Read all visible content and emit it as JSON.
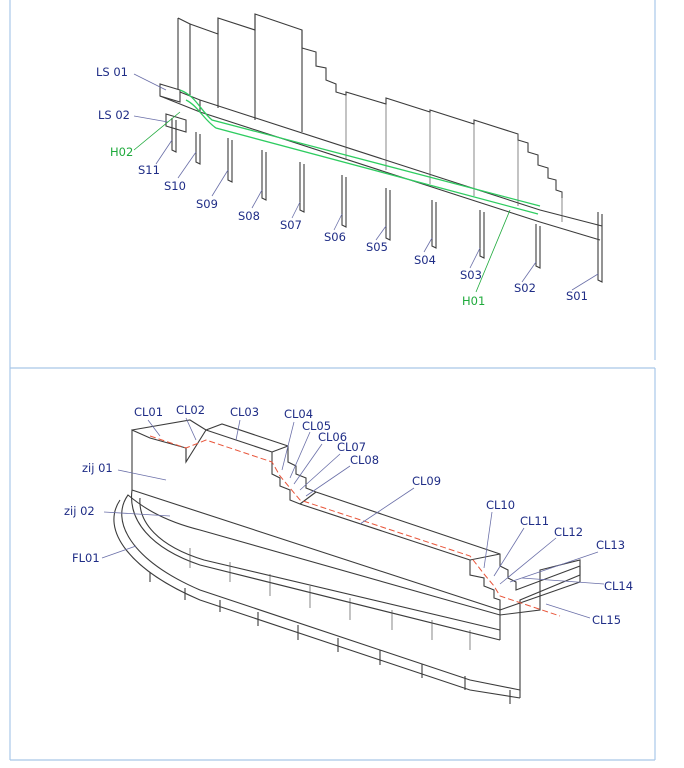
{
  "panels": [
    {
      "id": "top",
      "labels": [
        {
          "key": "LS01",
          "text": "LS 01"
        },
        {
          "key": "LS02",
          "text": "LS 02"
        },
        {
          "key": "H02",
          "text": "H02"
        },
        {
          "key": "S11",
          "text": "S11"
        },
        {
          "key": "S10",
          "text": "S10"
        },
        {
          "key": "S09",
          "text": "S09"
        },
        {
          "key": "S08",
          "text": "S08"
        },
        {
          "key": "S07",
          "text": "S07"
        },
        {
          "key": "S06",
          "text": "S06"
        },
        {
          "key": "S05",
          "text": "S05"
        },
        {
          "key": "S04",
          "text": "S04"
        },
        {
          "key": "S03",
          "text": "S03"
        },
        {
          "key": "H01",
          "text": "H01"
        },
        {
          "key": "S02",
          "text": "S02"
        },
        {
          "key": "S01",
          "text": "S01"
        }
      ]
    },
    {
      "id": "bottom",
      "labels": [
        {
          "key": "CL01",
          "text": "CL01"
        },
        {
          "key": "CL02",
          "text": "CL02"
        },
        {
          "key": "CL03",
          "text": "CL03"
        },
        {
          "key": "CL04",
          "text": "CL04"
        },
        {
          "key": "CL05",
          "text": "CL05"
        },
        {
          "key": "CL06",
          "text": "CL06"
        },
        {
          "key": "CL07",
          "text": "CL07"
        },
        {
          "key": "CL08",
          "text": "CL08"
        },
        {
          "key": "CL09",
          "text": "CL09"
        },
        {
          "key": "CL10",
          "text": "CL10"
        },
        {
          "key": "CL11",
          "text": "CL11"
        },
        {
          "key": "CL12",
          "text": "CL12"
        },
        {
          "key": "CL13",
          "text": "CL13"
        },
        {
          "key": "CL14",
          "text": "CL14"
        },
        {
          "key": "CL15",
          "text": "CL15"
        },
        {
          "key": "zij01",
          "text": "zij 01"
        },
        {
          "key": "zij02",
          "text": "zij 02"
        },
        {
          "key": "FL01",
          "text": "FL01"
        }
      ]
    }
  ],
  "colors": {
    "label": "#1f2d86",
    "highlight_label": "#1faa3c",
    "highlight_line": "#2ecc60",
    "centerline": "#e8553a",
    "frame": "#a9c7e8"
  }
}
